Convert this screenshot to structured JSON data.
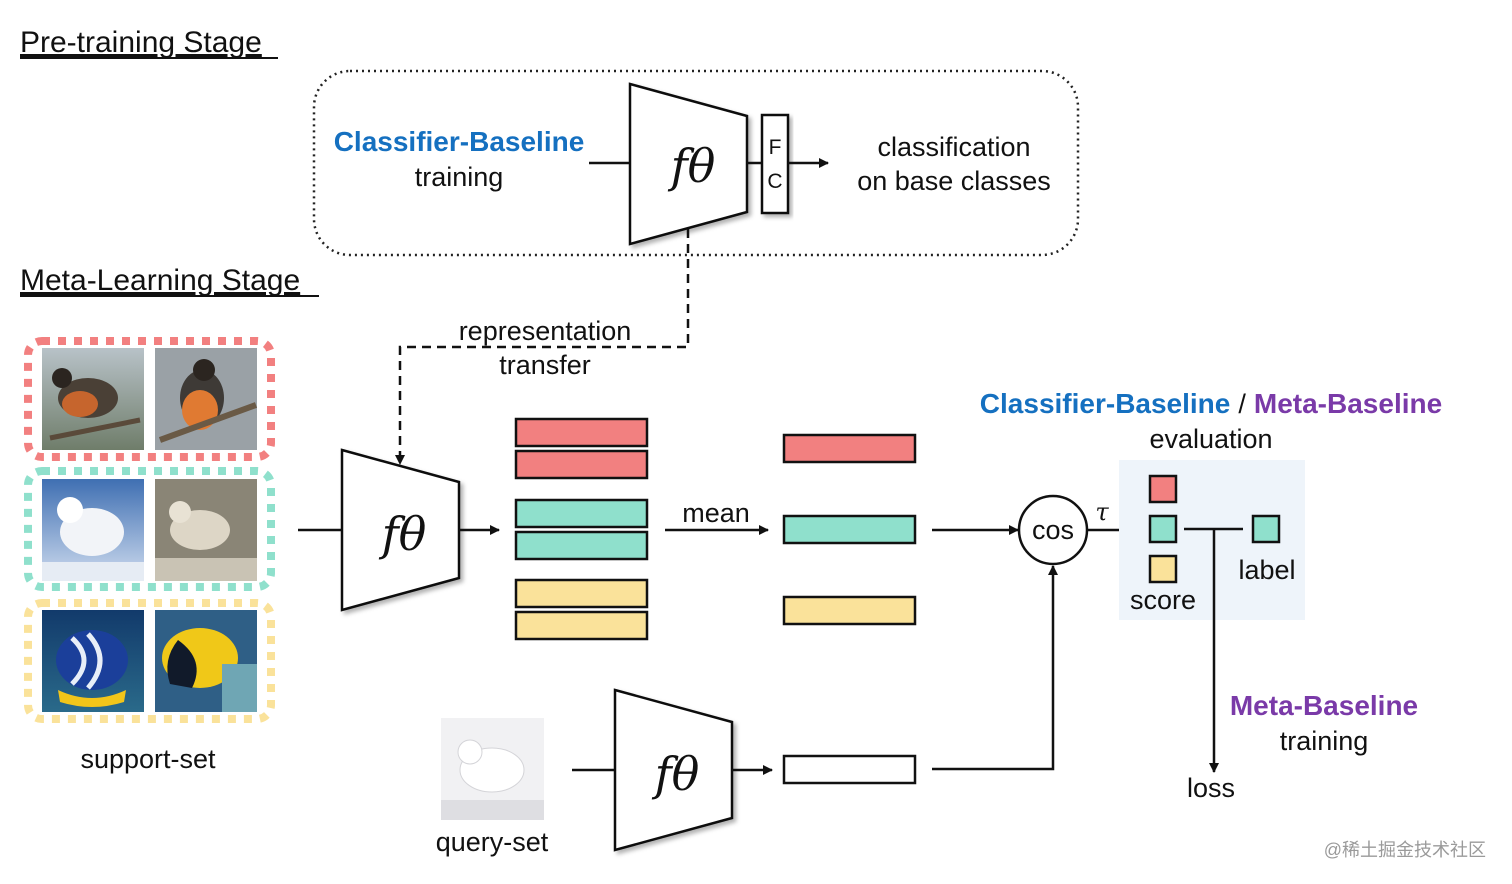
{
  "titles": {
    "pretraining": "Pre-training Stage",
    "meta_learning": "Meta-Learning Stage"
  },
  "pretrain": {
    "method": "Classifier-Baseline",
    "method_sub": "training",
    "encoder": "fθ",
    "fc_top": "F",
    "fc_bottom": "C",
    "output_line1": "classification",
    "output_line2": "on base classes"
  },
  "transfer": {
    "line1": "representation",
    "line2": "transfer"
  },
  "meta": {
    "encoder_support": "fθ",
    "encoder_query": "fθ",
    "mean_label": "mean",
    "cos_label": "cos",
    "tau_label": "τ",
    "eval_method_a": "Classifier-Baseline",
    "eval_separator": "/",
    "eval_method_b": "Meta-Baseline",
    "eval_sub": "evaluation",
    "score_label": "score",
    "label_label": "label",
    "train_method": "Meta-Baseline",
    "train_sub": "training",
    "loss_label": "loss",
    "support_label": "support-set",
    "query_label": "query-set"
  },
  "colors": {
    "red": "#f28080",
    "teal": "#8fe0cc",
    "yellow": "#fae29a",
    "blue_text": "#1570c0",
    "purple_text": "#7a3aa8",
    "eval_bg": "#eef4fa"
  },
  "watermark": "@稀土掘金技术社区"
}
